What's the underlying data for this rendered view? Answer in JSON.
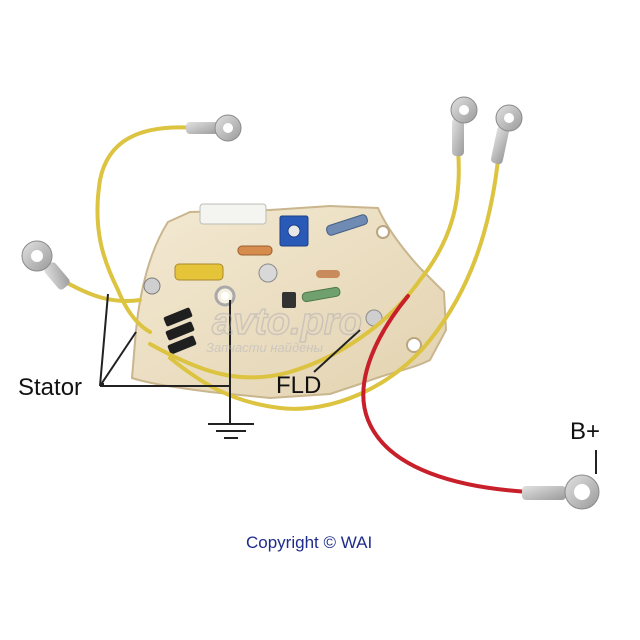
{
  "labels": {
    "stator": "Stator",
    "fld": "FLD",
    "b_plus": "B+"
  },
  "copyright": "Copyright © WAI",
  "watermark": {
    "logo_text": "avto.pro",
    "tagline": "Запчасти найдены"
  },
  "colors": {
    "background": "#ffffff",
    "board": "#efe3c8",
    "wire_yellow": "#e0c640",
    "wire_red": "#c8202a",
    "terminal_metal": "#b9b9b9",
    "copyright_text": "#1f2d8a"
  }
}
